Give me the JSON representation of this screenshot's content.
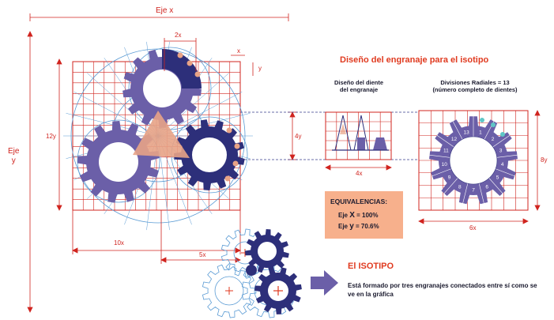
{
  "labels": {
    "eje_x": "Eje x",
    "eje_y_line1": "Eje",
    "eje_y_line2": "y",
    "dim_2x": "2x",
    "dim_x": "x",
    "dim_y": "y",
    "dim_12y": "12y",
    "dim_4y": "4y",
    "dim_4x": "4x",
    "dim_8y": "8y",
    "dim_6x": "6x",
    "dim_10x": "10x",
    "dim_5x": "5x"
  },
  "headings": {
    "main_title": "Diseño del engranaje para el isotipo",
    "tooth_design_line1": "Diseño del diente",
    "tooth_design_line2": "del engranaje",
    "radial_line1": "Divisiones Radiales = 13",
    "radial_line2": "(número completo de dientes)"
  },
  "radial_numbers": [
    "1",
    "2",
    "3",
    "4",
    "5",
    "6",
    "7",
    "8",
    "9",
    "10",
    "11",
    "12",
    "13"
  ],
  "equivalencias": {
    "title": "EQUIVALENCIAS:",
    "row_x_prefix": "Eje ",
    "row_x_var": "X",
    "row_x_value": " = 100%",
    "row_y_prefix": "Eje ",
    "row_y_var": "y",
    "row_y_value": " = 70.6%"
  },
  "isotipo": {
    "title": "El ISOTIPO",
    "description": "Está formado por tres engranajes conectados entre sí como se ve en la gráfica"
  },
  "colors": {
    "gear_purple": "#6b5fa8",
    "gear_navy": "#2d2f7a",
    "accent_orange": "#e8a386",
    "grid_red": "#d0241f",
    "guide_blue": "#5a9bd4",
    "title_red": "#e03a1f"
  }
}
